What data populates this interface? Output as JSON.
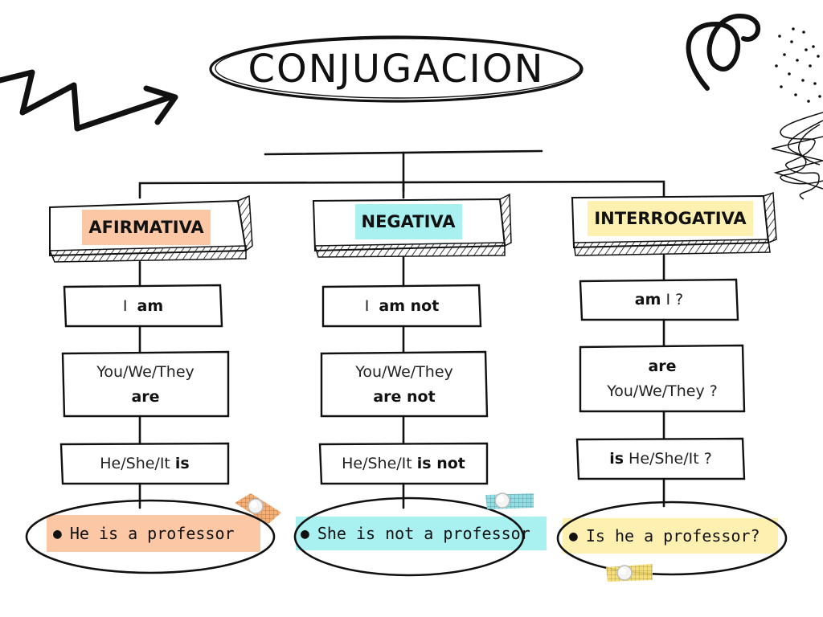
{
  "title": "CONJUGACION",
  "colors": {
    "afirmativa": "#fcc7a4",
    "negativa": "#a9f0f0",
    "interrogativa": "#fdf0b0",
    "tape_orange": "#f6a05a",
    "tape_blue": "#7fd8e0",
    "tape_yellow": "#f5dc6a"
  },
  "columns": [
    {
      "header": "AFIRMATIVA",
      "rows": [
        {
          "lines": [
            {
              "parts": [
                {
                  "t": "I  ",
                  "b": false
                },
                {
                  "t": "am",
                  "b": true
                }
              ]
            }
          ]
        },
        {
          "lines": [
            {
              "parts": [
                {
                  "t": "You/We/They",
                  "b": false
                }
              ]
            },
            {
              "parts": [
                {
                  "t": "are",
                  "b": true
                }
              ]
            }
          ]
        },
        {
          "lines": [
            {
              "parts": [
                {
                  "t": "He/She/It ",
                  "b": false
                },
                {
                  "t": "is",
                  "b": true
                }
              ]
            }
          ]
        }
      ],
      "example": "He is a professor"
    },
    {
      "header": "NEGATIVA",
      "rows": [
        {
          "lines": [
            {
              "parts": [
                {
                  "t": "I  ",
                  "b": false
                },
                {
                  "t": "am not",
                  "b": true
                }
              ]
            }
          ]
        },
        {
          "lines": [
            {
              "parts": [
                {
                  "t": "You/We/They",
                  "b": false
                }
              ]
            },
            {
              "parts": [
                {
                  "t": "are not",
                  "b": true
                }
              ]
            }
          ]
        },
        {
          "lines": [
            {
              "parts": [
                {
                  "t": "He/She/It ",
                  "b": false
                },
                {
                  "t": "is not",
                  "b": true
                }
              ]
            }
          ]
        }
      ],
      "example": "She is not a professor"
    },
    {
      "header": "INTERROGATIVA",
      "rows": [
        {
          "lines": [
            {
              "parts": [
                {
                  "t": "am",
                  "b": true
                },
                {
                  "t": " I ?",
                  "b": false
                }
              ]
            }
          ]
        },
        {
          "lines": [
            {
              "parts": [
                {
                  "t": "are",
                  "b": true
                }
              ]
            },
            {
              "parts": [
                {
                  "t": "You/We/They ?",
                  "b": false
                }
              ]
            }
          ]
        },
        {
          "lines": [
            {
              "parts": [
                {
                  "t": "is",
                  "b": true
                },
                {
                  "t": " He/She/It ?",
                  "b": false
                }
              ]
            }
          ]
        }
      ],
      "example": "Is he a professor?"
    }
  ]
}
